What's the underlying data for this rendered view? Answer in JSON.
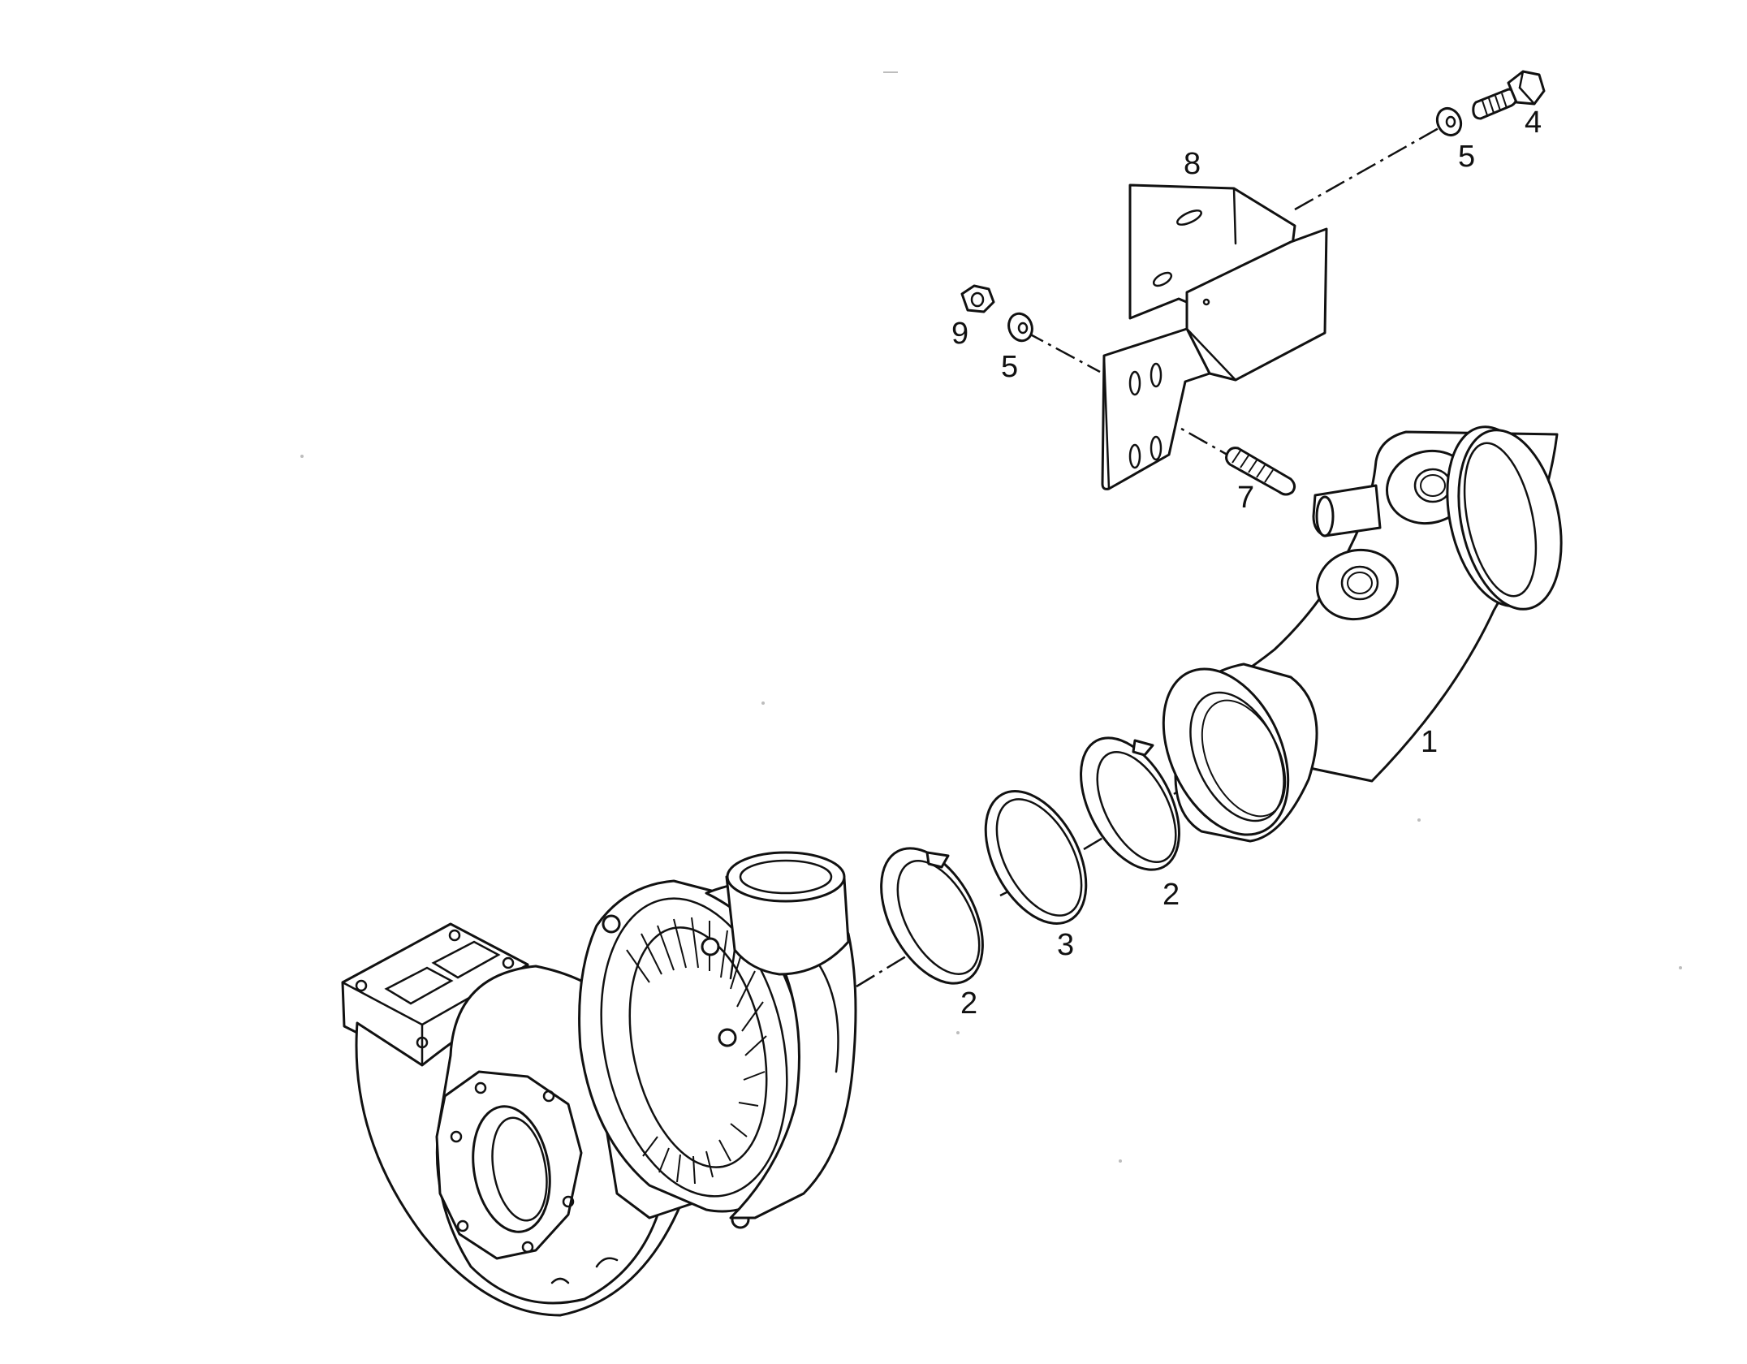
{
  "callouts": {
    "exhaust_outlet_elbow": "1",
    "sealing_ring_left": "2",
    "sealing_ring_right": "2",
    "seal_ring_middle": "3",
    "bolt": "4",
    "washer_top": "5",
    "washer_left": "5",
    "stud": "7",
    "bracket": "8",
    "nut": "9"
  },
  "colors": {
    "ink": "#111111",
    "paper": "#ffffff"
  }
}
